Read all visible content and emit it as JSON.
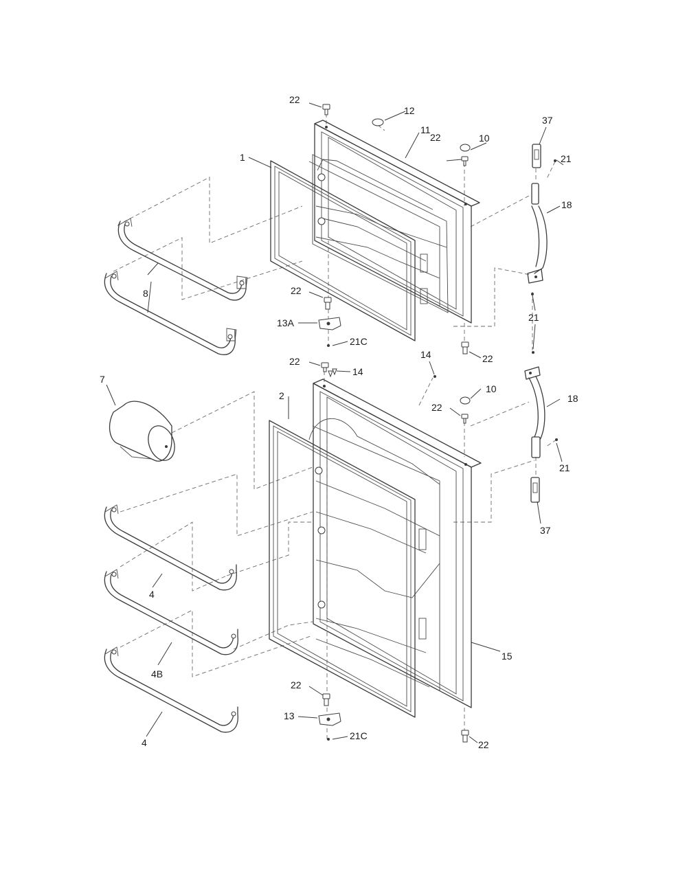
{
  "diagram": {
    "labels": {
      "p1": "1",
      "p2": "2",
      "p4a": "4",
      "p4b": "4",
      "p4B": "4B",
      "p7": "7",
      "p8": "8",
      "p10a": "10",
      "p10b": "10",
      "p11": "11",
      "p12": "12",
      "p13": "13",
      "p13A": "13A",
      "p14a": "14",
      "p14b": "14",
      "p15": "15",
      "p18a": "18",
      "p18b": "18",
      "p21a": "21",
      "p21b": "21",
      "p21c": "21",
      "p21Ca": "21C",
      "p21Cb": "21C",
      "p22a": "22",
      "p22b": "22",
      "p22c": "22",
      "p22d": "22",
      "p22e": "22",
      "p22f": "22",
      "p22g": "22",
      "p22h": "22",
      "p37a": "37",
      "p37b": "37"
    }
  }
}
